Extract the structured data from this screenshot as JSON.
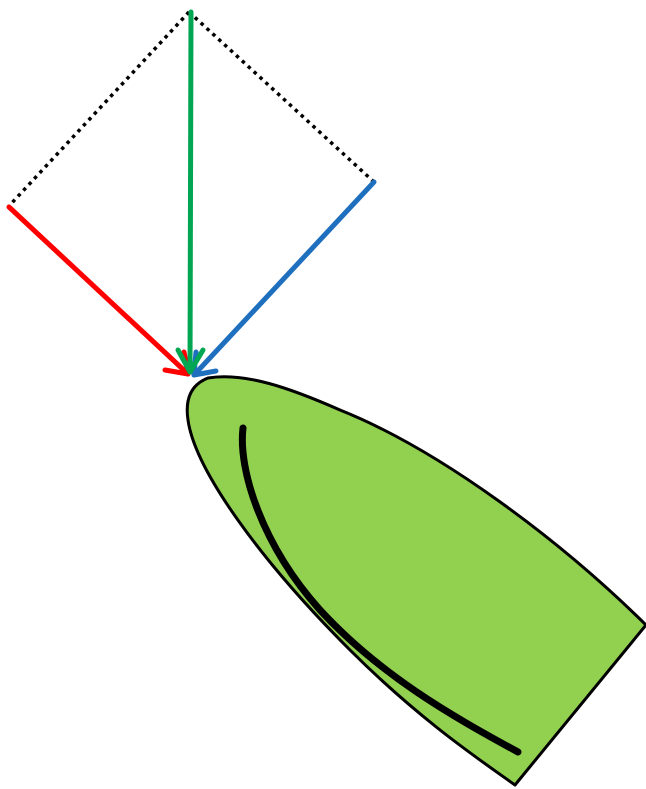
{
  "diagram": {
    "description_visible_text": "",
    "colors": {
      "background": "#ffffff",
      "resultant_arrow": "#00a651",
      "left_component_arrow": "#ff0000",
      "right_component_arrow": "#1f6fbf",
      "construction_lines": "#000000",
      "boat_hull_fill": "#92d050",
      "boat_outline": "#000000",
      "keel_line": "#000000"
    },
    "elements": [
      {
        "name": "green-resultant-arrow",
        "kind": "arrow",
        "color_key": "resultant_arrow"
      },
      {
        "name": "red-component-arrow",
        "kind": "arrow",
        "color_key": "left_component_arrow"
      },
      {
        "name": "blue-component-arrow",
        "kind": "arrow",
        "color_key": "right_component_arrow"
      },
      {
        "name": "dotted-parallelogram",
        "kind": "dashed-lines",
        "color_key": "construction_lines"
      },
      {
        "name": "boat-hull",
        "kind": "shape",
        "color_key": "boat_hull_fill"
      },
      {
        "name": "keel-line",
        "kind": "stroke",
        "color_key": "keel_line"
      }
    ]
  }
}
